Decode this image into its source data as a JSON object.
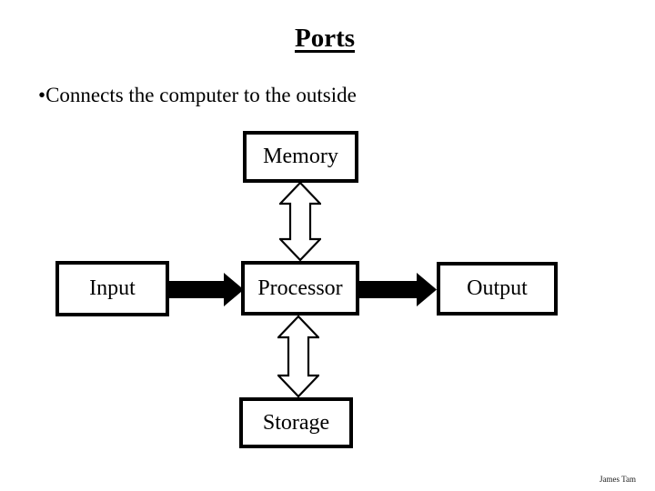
{
  "slide": {
    "title": "Ports",
    "bullet": {
      "marker": "•",
      "text": "Connects the computer to the outside"
    },
    "footer": "James Tam",
    "colors": {
      "foreground": "#000000",
      "background": "#ffffff"
    },
    "diagram": {
      "boxes": [
        {
          "id": "memory",
          "label": "Memory"
        },
        {
          "id": "input",
          "label": "Input"
        },
        {
          "id": "processor",
          "label": "Processor"
        },
        {
          "id": "output",
          "label": "Output"
        },
        {
          "id": "storage",
          "label": "Storage"
        }
      ],
      "connections": [
        {
          "from": "memory",
          "to": "processor",
          "style": "hollow-double-arrow",
          "direction": "bidirectional-vertical"
        },
        {
          "from": "input",
          "to": "processor",
          "style": "solid-arrow",
          "direction": "right"
        },
        {
          "from": "processor",
          "to": "output",
          "style": "solid-arrow",
          "direction": "right"
        },
        {
          "from": "processor",
          "to": "storage",
          "style": "hollow-double-arrow",
          "direction": "bidirectional-vertical"
        }
      ]
    }
  }
}
